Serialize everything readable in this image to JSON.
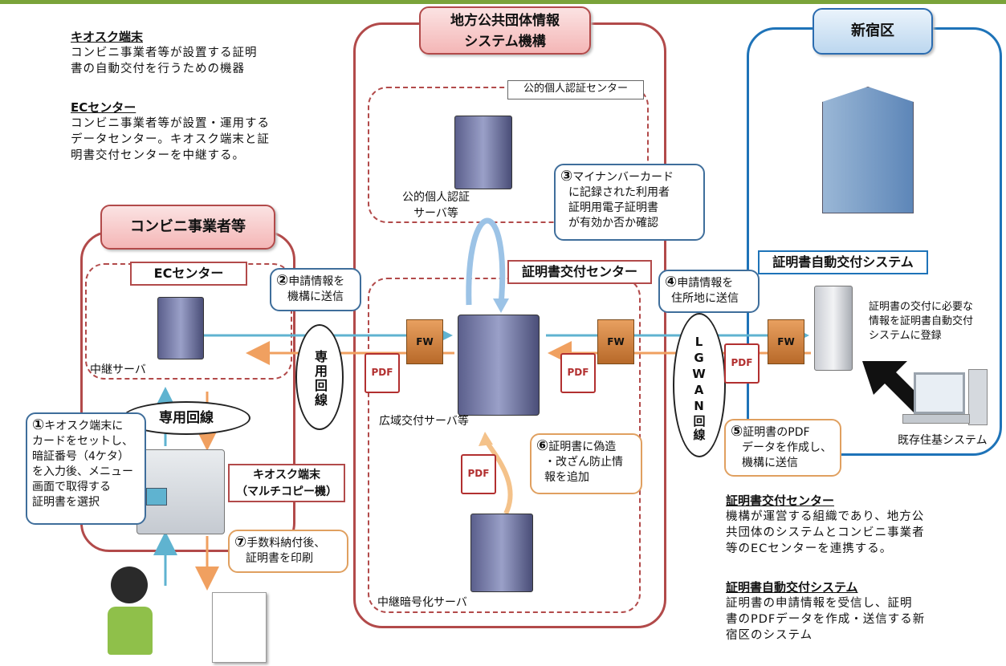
{
  "defs": {
    "kiosk_title": "キオスク端末",
    "kiosk_body": [
      "コンビニ事業者等が設置する証明",
      "書の自動交付を行うための機器"
    ],
    "ec_title": "ECセンター",
    "ec_body": [
      "コンビニ事業者等が設置・運用する",
      "データセンター。キオスク端末と証",
      "明書交付センターを中継する。"
    ],
    "cert_center_title": "証明書交付センター",
    "cert_center_body": [
      "機構が運営する組織であり、地方公",
      "共団体のシステムとコンビニ事業者",
      "等のECセンターを連携する。"
    ],
    "auto_system_title": "証明書自動交付システム",
    "auto_system_body": [
      "証明書の申請情報を受信し、証明",
      "書のPDFデータを作成・送信する新",
      "宿区のシステム"
    ]
  },
  "regions": {
    "conbini": "コンビニ事業者等",
    "jlis": [
      "地方公共団体情報",
      "システム機構"
    ],
    "shinjuku": "新宿区"
  },
  "boxes": {
    "ec_center": "ECセンター",
    "public_auth_center": "公的個人認証センター",
    "cert_center": "証明書交付センター",
    "auto_system": "証明書自動交付システム",
    "kiosk": [
      "キオスク端末",
      "（マルチコピー機）"
    ]
  },
  "servers": {
    "relay": "中継サーバ",
    "public_auth": [
      "公的個人認証",
      "サーバ等"
    ],
    "wide_area": "広域交付サーバ等",
    "encrypt_relay": "中継暗号化サーバ",
    "existing": "既存住基システム"
  },
  "lines": {
    "dedicated_vertical": "専用回線",
    "dedicated_horizontal": "専用回線",
    "lgwan": "LGWAN回線"
  },
  "fw": [
    "FW",
    "FW",
    "FW"
  ],
  "pdf": [
    "PDF",
    "PDF",
    "PDF",
    "PDF"
  ],
  "steps": {
    "s1": {
      "num": "①",
      "lines": [
        "キオスク端末に",
        "カードをセットし、",
        "暗証番号（4ケタ）",
        "を入力後、メニュー",
        "画面で取得する",
        "証明書を選択"
      ]
    },
    "s2": {
      "num": "②",
      "lines": [
        "申請情報を",
        "機構に送信"
      ]
    },
    "s3": {
      "num": "③",
      "lines": [
        "マイナンバーカード",
        "に記録された利用者",
        "証明用電子証明書",
        "が有効か否か確認"
      ]
    },
    "s4": {
      "num": "④",
      "lines": [
        "申請情報を",
        "住所地に送信"
      ]
    },
    "s5": {
      "num": "⑤",
      "lines": [
        "証明書のPDF",
        "データを作成し、",
        "機構に送信"
      ]
    },
    "s6": {
      "num": "⑥",
      "lines": [
        "証明書に偽造",
        "・改ざん防止情",
        "報を追加"
      ]
    },
    "s7": {
      "num": "⑦",
      "lines": [
        "手数料納付後、",
        "証明書を印刷"
      ]
    }
  },
  "register_note": [
    "証明書の交付に必要な",
    "情報を証明書自動交付",
    "システムに登録"
  ],
  "colors": {
    "red": "#b24a4a",
    "blue": "#1e73b8",
    "arrow_blue": "#5fb3d0",
    "arrow_orange": "#f0a060",
    "green_bar": "#7aa33a"
  }
}
